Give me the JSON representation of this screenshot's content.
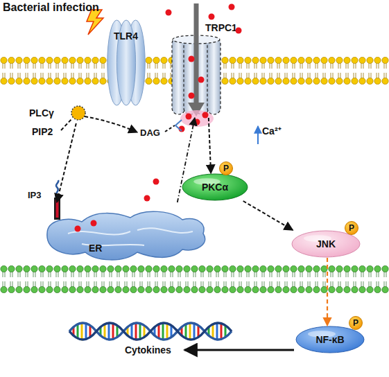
{
  "diagram": {
    "nodes": [
      {
        "text": [
          "TLR4"
        ]
      },
      {
        "text": [
          "TRPC1"
        ]
      },
      {
        "text": [
          "PLCγ"
        ]
      },
      {
        "text": [
          "P"
        ]
      },
      {
        "text": [
          "PKCα"
        ]
      },
      {
        "text": [
          "ER"
        ]
      },
      {
        "text": [
          "P"
        ]
      },
      {
        "text": [
          "JNK"
        ]
      },
      {
        "text": [
          "P"
        ]
      },
      {
        "text": [
          "NF-κB"
        ]
      }
    ],
    "edges": [
      {
        "from": 2,
        "to": 5,
        "arrow": "to"
      },
      {
        "from": 5,
        "to": 1,
        "arrow": "to"
      },
      {
        "from": 1,
        "to": 4,
        "arrow": "to"
      },
      {
        "from": 4,
        "to": 7,
        "arrow": "to"
      },
      {
        "from": 7,
        "to": 9,
        "arrow": "to"
      }
    ],
    "labels": [
      "Bacterial infection",
      "PIP2",
      "DAG",
      "Ca²⁺",
      "IP3",
      "Cytokines"
    ]
  }
}
